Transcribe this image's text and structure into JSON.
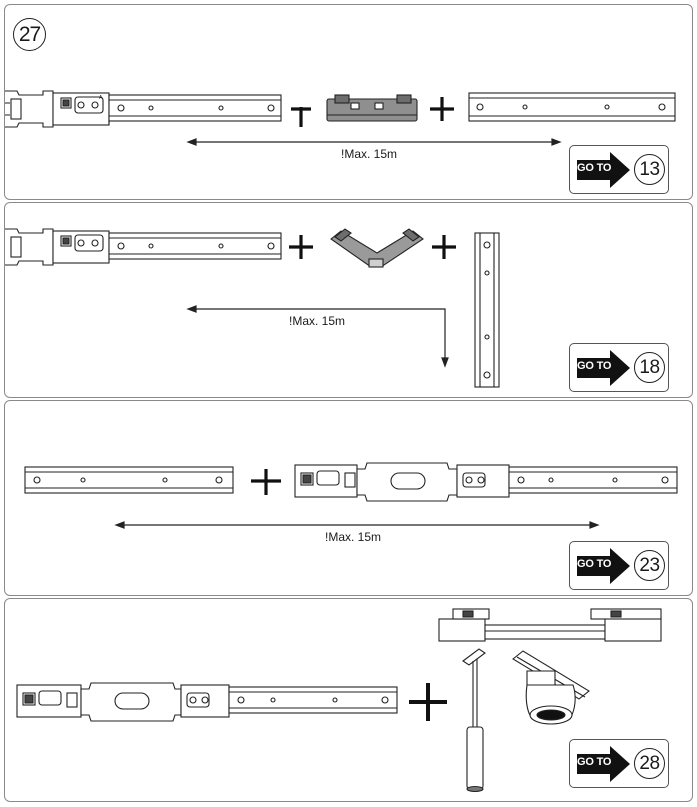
{
  "step_number": "27",
  "max_length_label": "!Max. 15m",
  "goto_label": "GO TO",
  "panels": [
    {
      "goto_target": "13",
      "max_length_label": "!Max. 15m"
    },
    {
      "goto_target": "18",
      "max_length_label": "!Max. 15m"
    },
    {
      "goto_target": "23",
      "max_length_label": "!Max. 15m"
    },
    {
      "goto_target": "28"
    }
  ],
  "icons": {
    "plus": "plus-icon",
    "arrow": "goto-arrow-icon",
    "dimension": "double-arrow-dimension-icon"
  }
}
